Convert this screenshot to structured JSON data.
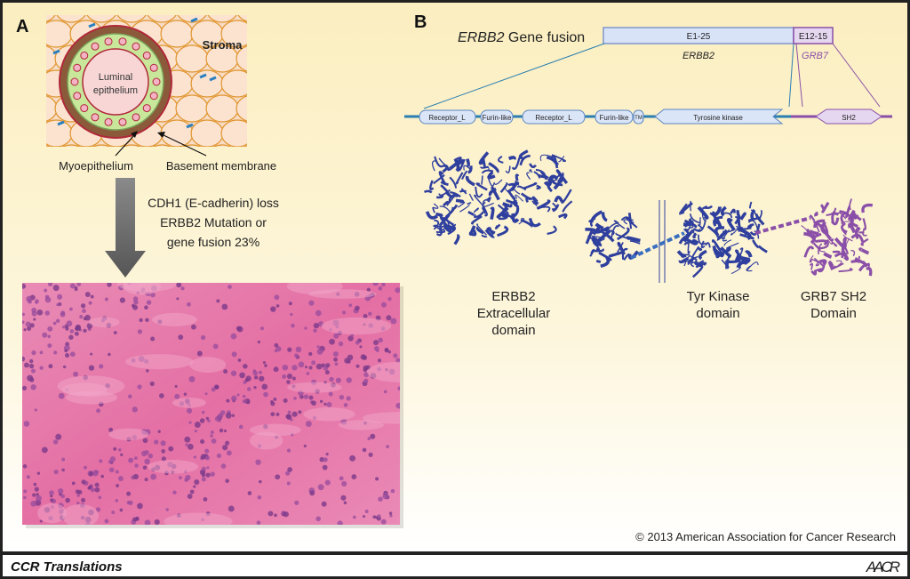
{
  "panel_a": {
    "label": "A",
    "stroma": "Stroma",
    "luminal_line1": "Luminal",
    "luminal_line2": "epithelium",
    "myoepithelium": "Myoepithelium",
    "basement_membrane": "Basement membrane",
    "arrow_text": [
      "CDH1 (E-cadherin) loss",
      "ERBB2 Mutation  or",
      "gene fusion 23%"
    ]
  },
  "panel_b": {
    "label": "B",
    "title_italic": "ERBB2",
    "title_rest": " Gene fusion",
    "exon_erbb2": "E1-25",
    "exon_grb7": "E12-15",
    "gene_erbb2": "ERBB2",
    "gene_grb7": "GRB7",
    "domains": [
      "Receptor_L",
      "Furin-like",
      "Receptor_L",
      "Furin-like",
      "TM",
      "Tyrosine kinase",
      "SH2"
    ],
    "structure_labels": {
      "extracellular": [
        "ERBB2",
        "Extracellular",
        "domain"
      ],
      "kinase": [
        "Tyr Kinase",
        "domain"
      ],
      "sh2": [
        "GRB7 SH2",
        "Domain"
      ]
    },
    "colors": {
      "erbb2": "#2f3f9e",
      "grb7": "#8a4fa8",
      "line": "#2a7fb0"
    }
  },
  "copyright": "© 2013 American Association for Cancer Research",
  "footer": {
    "title": "CCR Translations",
    "logo": "AACR"
  }
}
